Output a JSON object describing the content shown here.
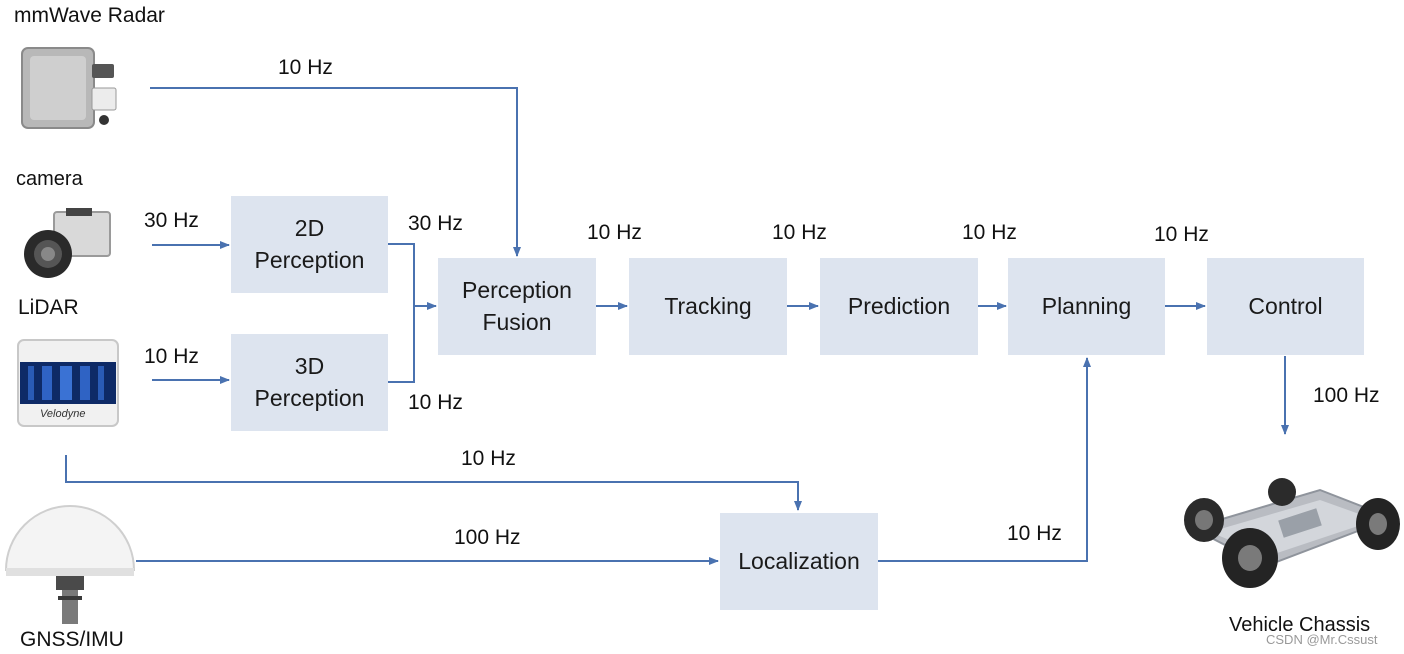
{
  "sensors": {
    "radar": "mmWave Radar",
    "camera": "camera",
    "lidar": "LiDAR",
    "lidar_brand": "Velodyne",
    "gnss": "GNSS/IMU"
  },
  "modules": {
    "perception_2d": "2D\nPerception",
    "perception_3d": "3D\nPerception",
    "fusion": "Perception\nFusion",
    "tracking": "Tracking",
    "prediction": "Prediction",
    "planning": "Planning",
    "control": "Control",
    "localization": "Localization"
  },
  "output": {
    "chassis": "Vehicle Chassis"
  },
  "rates": {
    "radar_to_fusion": "10 Hz",
    "camera_to_2d": "30 Hz",
    "perception2d_out": "30 Hz",
    "lidar_to_3d": "10 Hz",
    "perception3d_out": "10 Hz",
    "fusion_to_tracking": "10 Hz",
    "tracking_to_prediction": "10 Hz",
    "prediction_to_planning": "10 Hz",
    "planning_to_control": "10 Hz",
    "control_to_chassis": "100 Hz",
    "lidar_to_localization": "10 Hz",
    "gnss_to_localization": "100 Hz",
    "localization_to_planning": "10 Hz"
  },
  "watermark": "CSDN @Mr.Cssust",
  "colors": {
    "box_fill": "#dde4ef",
    "arrow": "#4a72b0"
  }
}
